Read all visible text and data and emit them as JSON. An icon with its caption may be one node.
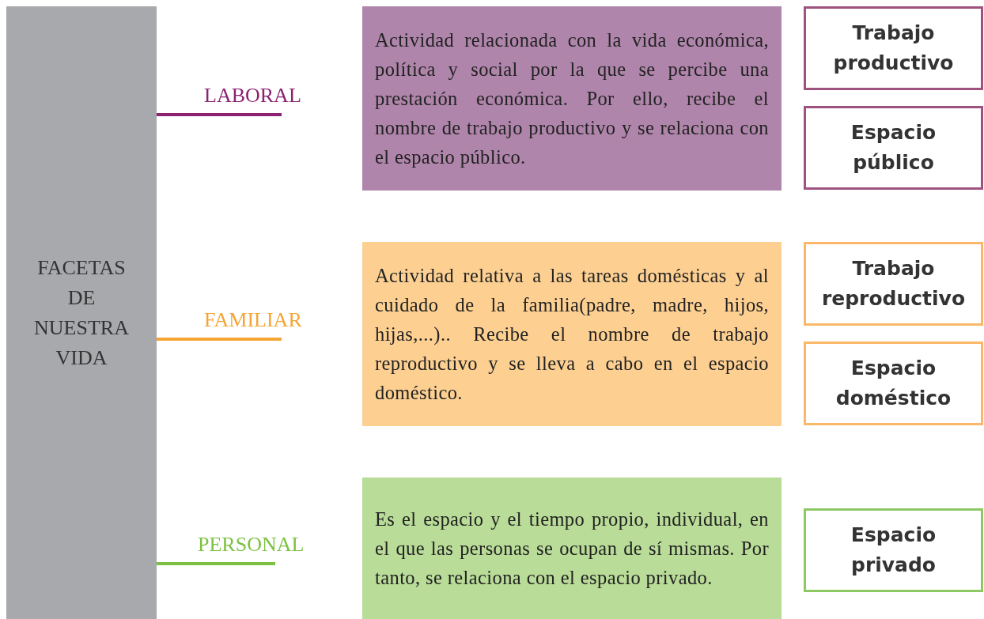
{
  "diagram": {
    "nodes": [
      {
        "text": [
          "FACETAS DE NUESTRA VIDA"
        ]
      },
      {
        "text": [
          "LABORAL"
        ]
      },
      {
        "text": [
          "Actividad relacionada con la vida económica, política y social por la que se percibe una prestación económica. Por ello, recibe el nombre de trabajo productivo y  se relaciona  con el espacio público."
        ]
      },
      {
        "text": [
          "Trabajo productivo"
        ]
      },
      {
        "text": [
          "Espacio público"
        ]
      },
      {
        "text": [
          "FAMILIAR"
        ]
      },
      {
        "text": [
          "Actividad relativa a las tareas domésticas y al cuidado de la familia(padre, madre, hijos, hijas,...).. Recibe el nombre de trabajo reproductivo y se lleva a cabo en el espacio doméstico."
        ]
      },
      {
        "text": [
          "Trabajo reproductivo"
        ]
      },
      {
        "text": [
          "Espacio doméstico"
        ]
      },
      {
        "text": [
          "PERSONAL"
        ]
      },
      {
        "text": [
          "Es el espacio y el tiempo propio, individual, en el que las personas se ocupan de sí mismas. Por tanto, se relaciona con el espacio privado."
        ]
      },
      {
        "text": [
          "Espacio privado"
        ]
      }
    ],
    "edges": [
      {
        "from": 0,
        "to": 1,
        "arrow": "none",
        "color": "#8b2372"
      },
      {
        "from": 0,
        "to": 5,
        "arrow": "none",
        "color": "#f5a534"
      },
      {
        "from": 0,
        "to": 9,
        "arrow": "none",
        "color": "#7dc142"
      }
    ]
  }
}
